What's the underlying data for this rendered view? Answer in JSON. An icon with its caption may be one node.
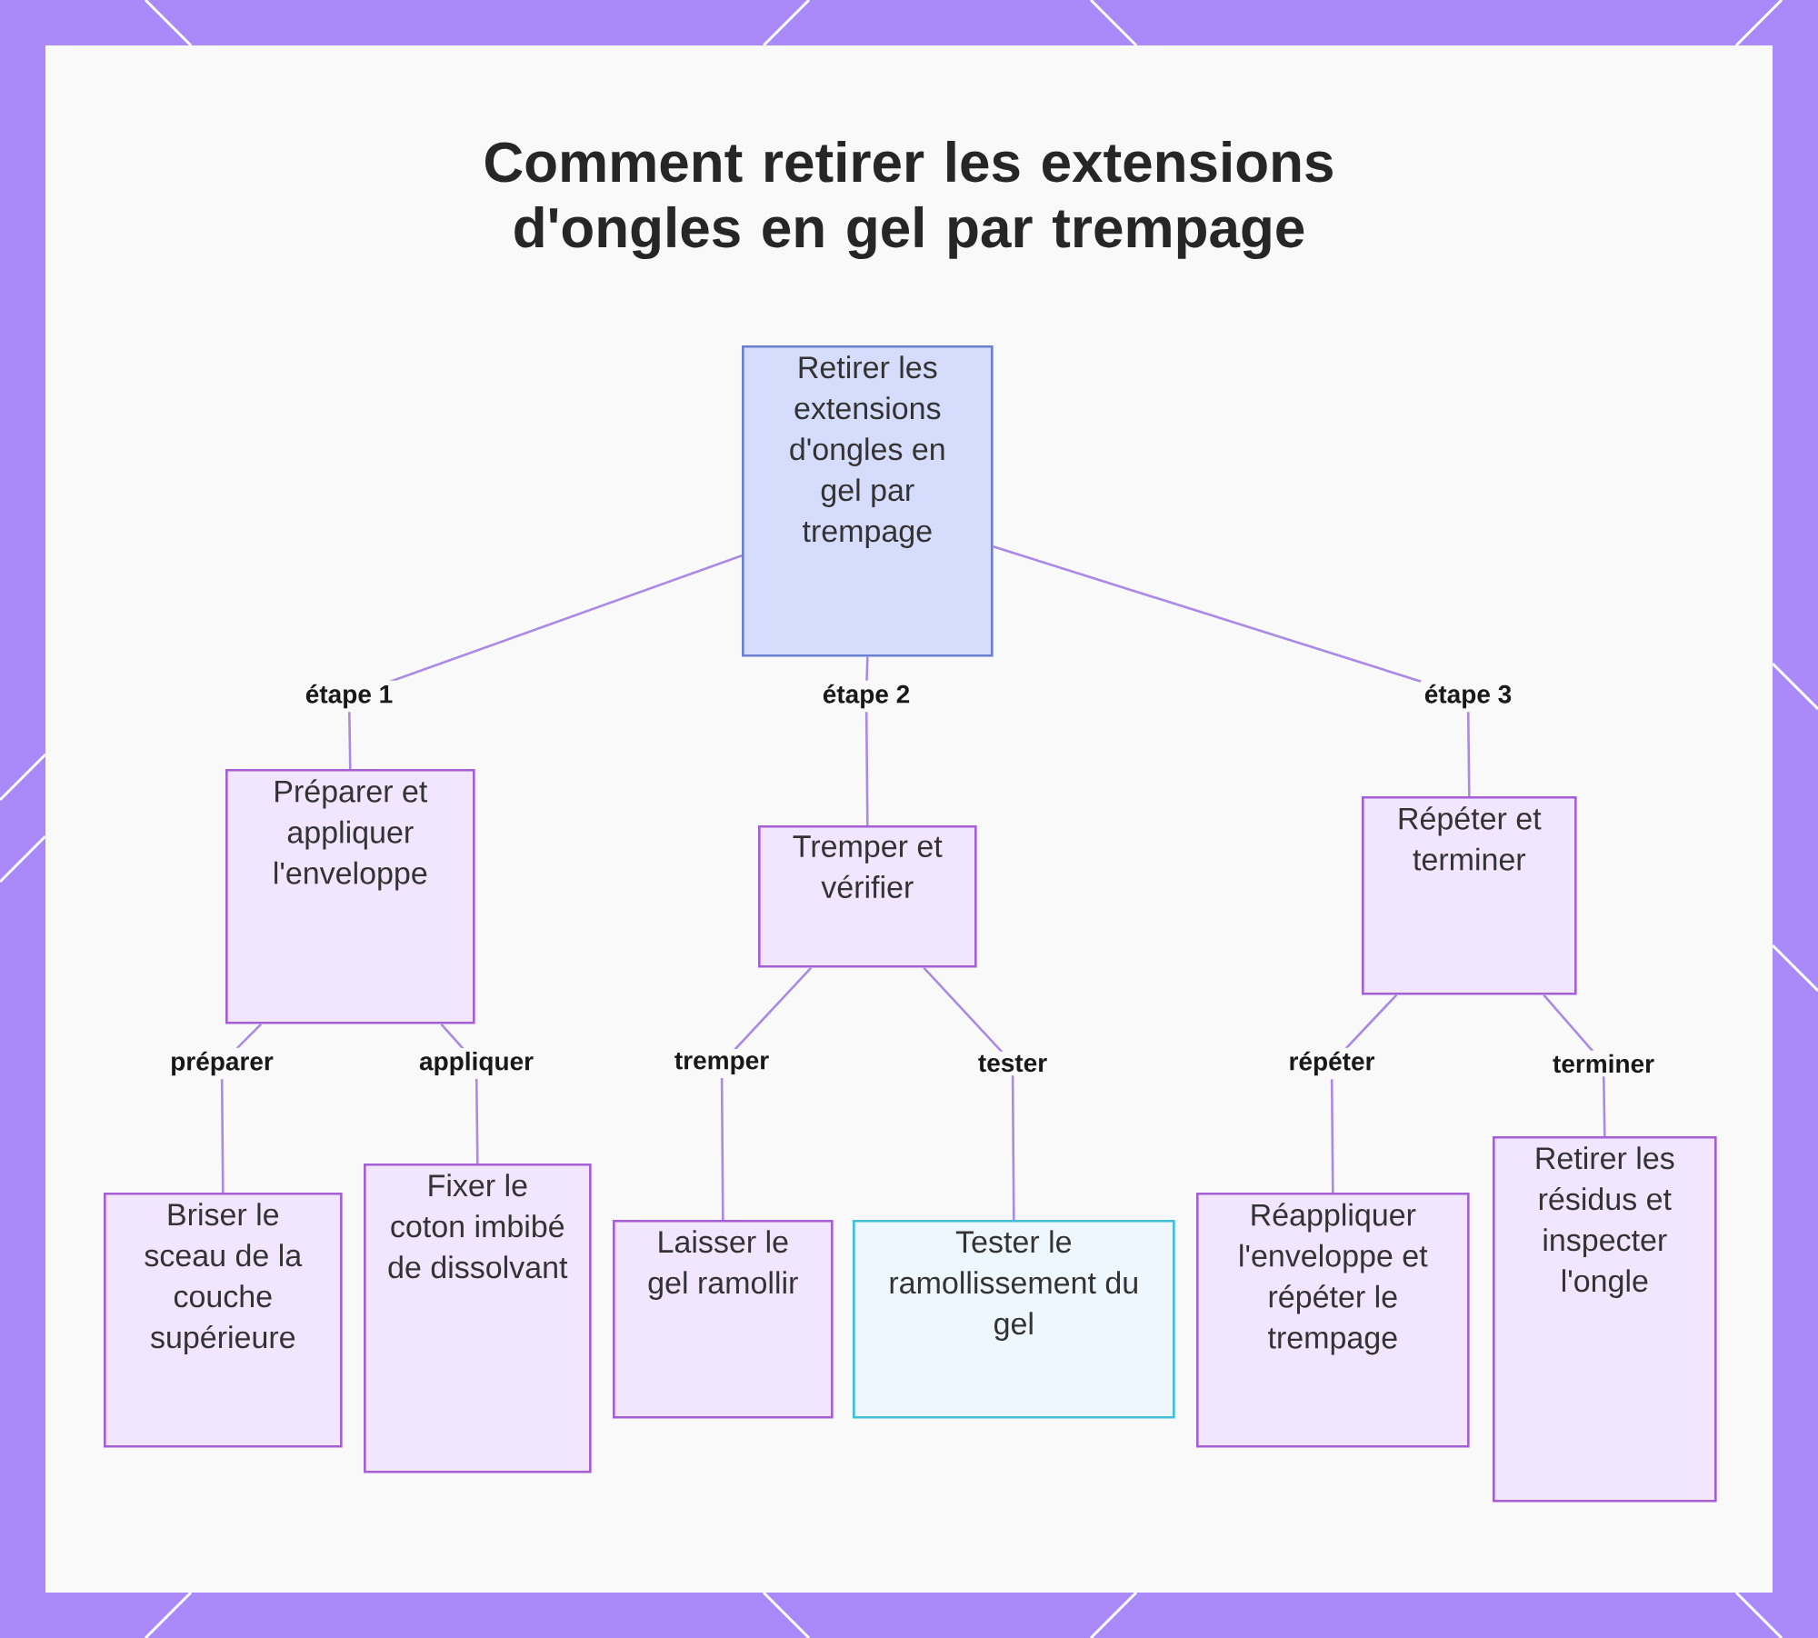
{
  "diagram": {
    "title": "Comment retirer les extensions d'ongles en gel par trempage",
    "nodes": [
      {
        "text": [
          "Retirer les extensions d'ongles en gel par trempage"
        ]
      },
      {
        "text": [
          "Préparer et appliquer l'enveloppe"
        ]
      },
      {
        "text": [
          "Tremper et vérifier"
        ]
      },
      {
        "text": [
          "Répéter et terminer"
        ]
      },
      {
        "text": [
          "Briser le sceau de la couche supérieure"
        ]
      },
      {
        "text": [
          "Fixer le coton imbibé de dissolvant"
        ]
      },
      {
        "text": [
          "Laisser le gel ramollir"
        ]
      },
      {
        "text": [
          "Tester le ramollissement du gel"
        ]
      },
      {
        "text": [
          "Réappliquer l'enveloppe et répéter le trempage"
        ]
      },
      {
        "text": [
          "Retirer les résidus et inspecter l'ongle"
        ]
      }
    ],
    "edges": [
      {
        "from": 0,
        "to": 1,
        "arrow": "none",
        "label": "étape 1"
      },
      {
        "from": 0,
        "to": 2,
        "arrow": "none",
        "label": "étape 2"
      },
      {
        "from": 0,
        "to": 3,
        "arrow": "none",
        "label": "étape 3"
      },
      {
        "from": 1,
        "to": 4,
        "arrow": "none",
        "label": "préparer"
      },
      {
        "from": 1,
        "to": 5,
        "arrow": "none",
        "label": "appliquer"
      },
      {
        "from": 2,
        "to": 6,
        "arrow": "none",
        "label": "tremper"
      },
      {
        "from": 2,
        "to": 7,
        "arrow": "none",
        "label": "tester"
      },
      {
        "from": 3,
        "to": 8,
        "arrow": "none",
        "label": "répéter"
      },
      {
        "from": 3,
        "to": 9,
        "arrow": "none",
        "label": "terminer"
      }
    ]
  }
}
